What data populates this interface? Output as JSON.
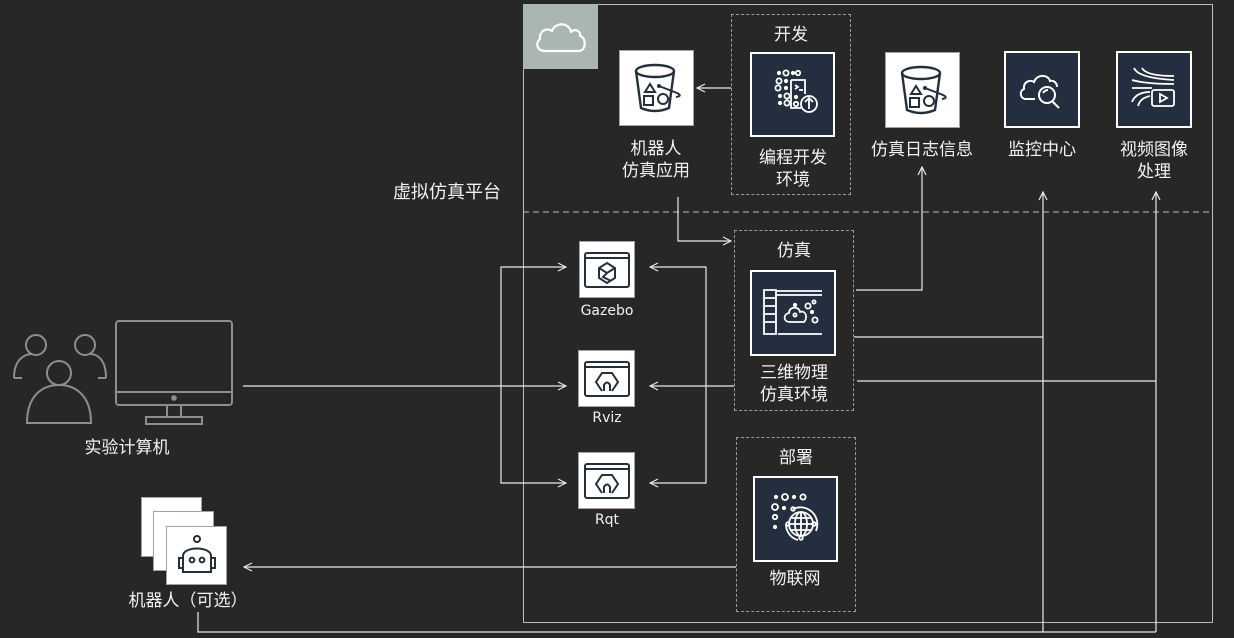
{
  "platform": {
    "label": "虚拟仿真平台",
    "cloud_icon": "cloud-icon"
  },
  "groups": {
    "dev": {
      "title": "开发"
    },
    "sim": {
      "title": "仿真"
    },
    "deploy": {
      "title": "部署"
    }
  },
  "nodes": {
    "robot_app": {
      "line1": "机器人",
      "line2": "仿真应用",
      "icon": "bucket-icon"
    },
    "dev_env": {
      "line1": "编程开发",
      "line2": "环境",
      "icon": "code-upload-icon"
    },
    "sim_log": {
      "line1": "仿真日志信息",
      "icon": "bucket-icon"
    },
    "monitor": {
      "line1": "监控中心",
      "icon": "cloud-search-icon"
    },
    "video": {
      "line1": "视频图像",
      "line2": "处理",
      "icon": "video-stream-icon"
    },
    "gazebo": {
      "label": "Gazebo",
      "icon": "cube-window-icon"
    },
    "rviz": {
      "label": "Rviz",
      "icon": "ros-window-icon"
    },
    "rqt": {
      "label": "Rqt",
      "icon": "ros-window-icon"
    },
    "physics_env": {
      "line1": "三维物理",
      "line2": "仿真环境",
      "icon": "simulation-cloud-icon"
    },
    "iot": {
      "line1": "物联网",
      "icon": "globe-network-icon"
    },
    "lab_computer": {
      "label": "实验计算机",
      "icon": "users-monitor-icon"
    },
    "robot": {
      "label": "机器人（可选）",
      "icon": "robot-icon"
    }
  },
  "colors": {
    "background": "#272727",
    "navy_tile": "#232f3e",
    "cloud_badge": "#aab6b4",
    "line": "#e8e8e8",
    "icon_gray": "#8a8f92"
  }
}
